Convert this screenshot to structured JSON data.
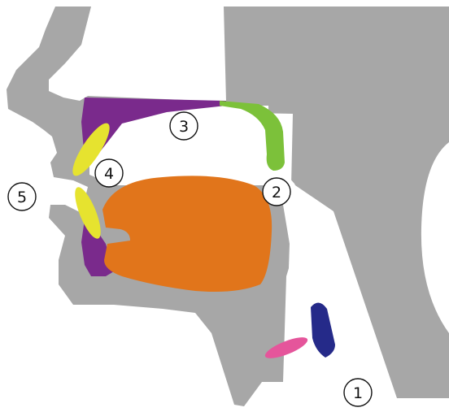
{
  "colors": {
    "background": "#ffffff",
    "tissue": "#a7a7a7",
    "hard_palate": "#7a2a8c",
    "velum": "#7cc13a",
    "tongue": "#e1751b",
    "lips": "#e6e32f",
    "epiglottis": "#252a89",
    "vocal_folds": "#e5559b"
  },
  "markers": [
    {
      "id": "marker-1",
      "label": "1"
    },
    {
      "id": "marker-2",
      "label": "2"
    },
    {
      "id": "marker-3",
      "label": "3"
    },
    {
      "id": "marker-4",
      "label": "4"
    },
    {
      "id": "marker-5",
      "label": "5"
    }
  ]
}
